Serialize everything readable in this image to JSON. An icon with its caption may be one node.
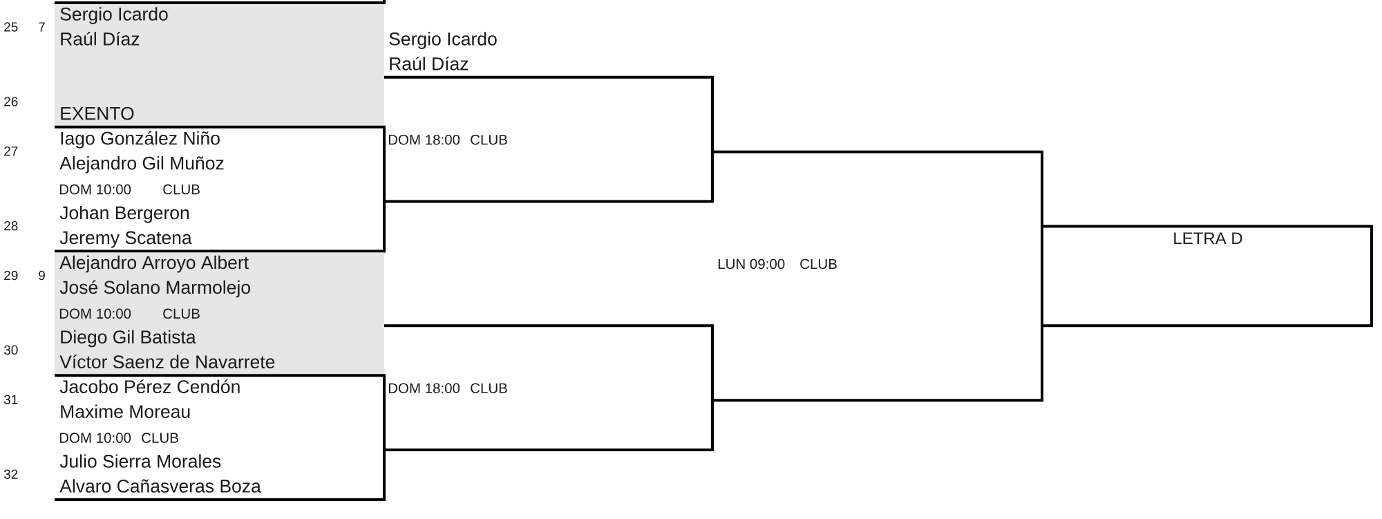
{
  "diagram": {
    "nodes": [
      {
        "text": [
          "Sergio Icardo",
          "Raúl Díaz",
          "EXENTO"
        ]
      },
      {
        "text": [
          "Iago González Niño",
          "Alejandro Gil Muñoz",
          "DOM 10:00",
          "CLUB",
          "Johan Bergeron",
          "Jeremy Scatena"
        ]
      },
      {
        "text": [
          "Alejandro Arroyo Albert",
          "José Solano Marmolejo",
          "DOM 10:00",
          "CLUB",
          "Diego Gil Batista",
          "Víctor Saenz de Navarrete"
        ]
      },
      {
        "text": [
          "Jacobo Pérez Cendón",
          "Maxime Moreau",
          "DOM 10:00",
          "CLUB",
          "Julio Sierra Morales",
          "Alvaro Cañasveras Boza"
        ]
      },
      {
        "text": [
          "Sergio Icardo",
          "Raúl Díaz",
          "DOM 18:00",
          "CLUB"
        ]
      },
      {
        "text": [
          "DOM 18:00",
          "CLUB"
        ]
      },
      {
        "text": [
          "LUN 09:00",
          "CLUB"
        ]
      },
      {
        "text": [
          "LETRA D"
        ]
      }
    ],
    "labels": [
      "25",
      "7",
      "26",
      "27",
      "28",
      "29",
      "9",
      "30",
      "31",
      "32"
    ]
  }
}
